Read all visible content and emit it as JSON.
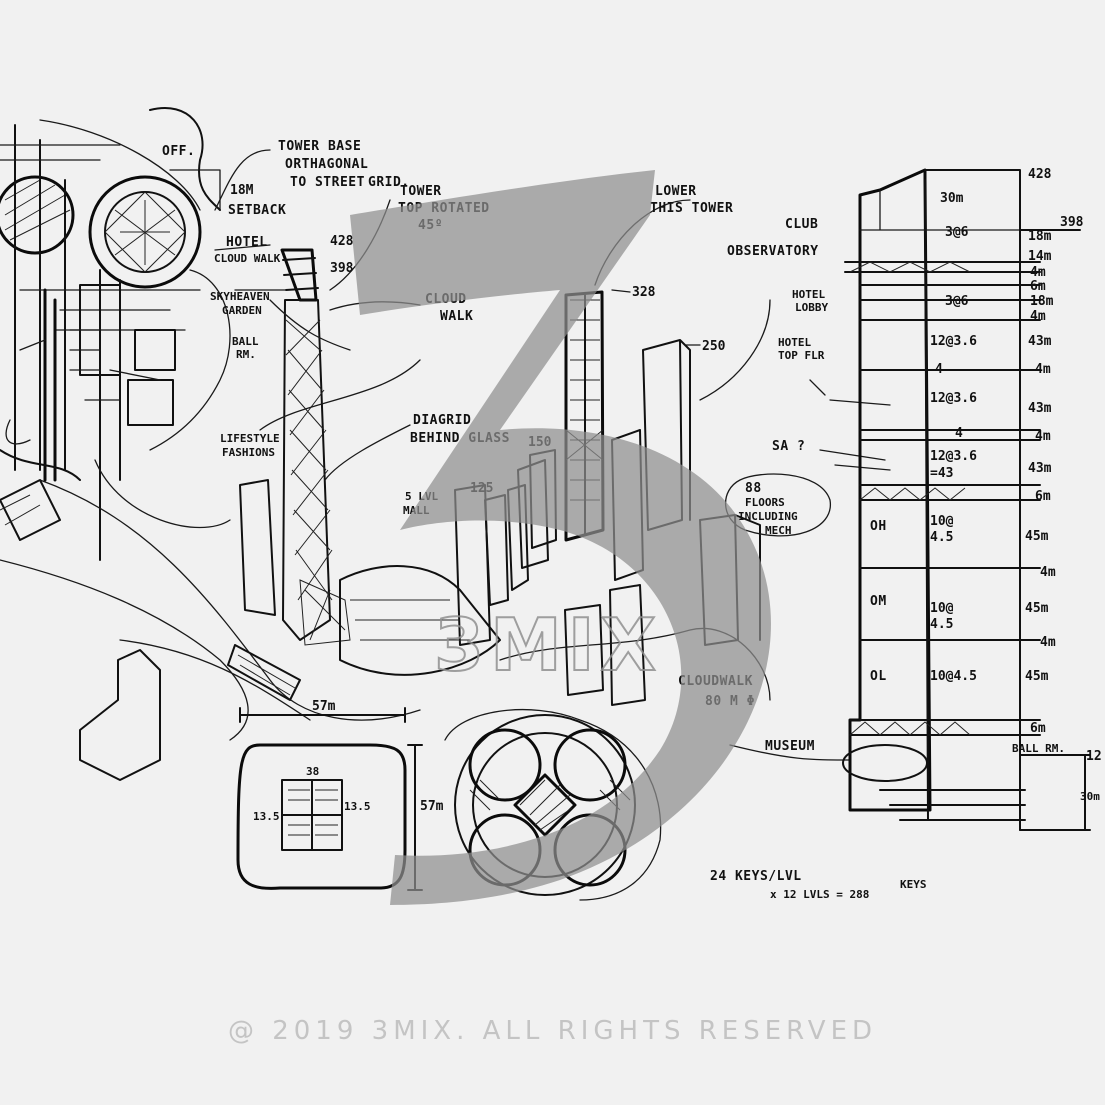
{
  "copyright": "@ 2019 3MIX. ALL RIGHTS RESERVED",
  "watermark": {
    "logo_text": "3MIX",
    "color": "#8f8f8f"
  },
  "annotations": {
    "off": "OFF.",
    "tower_base_1": "TOWER BASE",
    "tower_base_2": "ORTHAGONAL",
    "tower_base_3": "TO STREET",
    "tower_base_4": "GRID.",
    "m18": "18M",
    "setback": "SETBACK",
    "tower_top_1": "TOWER",
    "tower_top_2": "TOP ROTATED",
    "tower_top_3": "45º",
    "hotel": "HOTEL",
    "cloud_walk_small": "CLOUD WALK",
    "skyheaven_1": "SKYHEAVEN",
    "skyheaven_2": "GARDEN",
    "ballrm_1": "BALL",
    "ballrm_2": "RM.",
    "lifestyle_1": "LIFESTYLE",
    "lifestyle_2": "FASHIONS",
    "cloud_walk_1": "CLOUD",
    "cloud_walk_2": "WALK",
    "diagrid_1": "DIAGRID",
    "diagrid_2": "BEHIND GLASS",
    "lower_tower_1": "LOWER",
    "lower_tower_2": "THIS TOWER",
    "five_lvl_1": "5 LVL",
    "five_lvl_2": "MALL",
    "h428": "428",
    "h398": "398",
    "h328": "328",
    "h250": "250",
    "h150": "150",
    "h125": "125",
    "floors_1": "88",
    "floors_2": "FLOORS",
    "floors_3": "INCLUDING",
    "floors_4": "MECH",
    "club": "CLUB",
    "observatory": "OBSERVATORY",
    "hotel_lobby_1": "HOTEL",
    "hotel_lobby_2": "LOBBY",
    "hotel_top_1": "HOTEL",
    "hotel_top_2": "TOP FLR",
    "sa": "SA ?",
    "oh": "OH",
    "om": "OM",
    "ol": "OL",
    "museum": "MUSEUM",
    "cloudwalk_1": "CLOUDWALK",
    "cloudwalk_2": "80 M Φ",
    "m57_top": "57m",
    "m57_side": "57m",
    "d38": "38",
    "d135a": "13.5",
    "d135b": "13.5",
    "keys_1": "24 KEYS/LVL",
    "keys_2": "x 12 LVLS = 288",
    "keys_3": "KEYS"
  },
  "section": {
    "top": "428",
    "right_top": "398",
    "rows": [
      {
        "left": "30m",
        "right": ""
      },
      {
        "left": "3@6",
        "right": "18m"
      },
      {
        "left": "",
        "right": "14m"
      },
      {
        "left": "",
        "right": "4m"
      },
      {
        "left": "",
        "right": "6m"
      },
      {
        "left": "3@6",
        "right": "18m"
      },
      {
        "left": "",
        "right": "4m"
      },
      {
        "left": "12@3.6",
        "right": "43m"
      },
      {
        "left": "4",
        "right": "4m"
      },
      {
        "left": "12@3.6",
        "right": "43m"
      },
      {
        "left": "4",
        "right": "4m"
      },
      {
        "left": "12@3.6",
        "right": "43m"
      },
      {
        "left": "=43",
        "right": ""
      },
      {
        "left": "",
        "right": "6m"
      },
      {
        "left": "10@",
        "right": "45m"
      },
      {
        "left": "4.5",
        "right": ""
      },
      {
        "left": "",
        "right": "4m"
      },
      {
        "left": "10@",
        "right": "45m"
      },
      {
        "left": "4.5",
        "right": ""
      },
      {
        "left": "",
        "right": "4m"
      },
      {
        "left": "10@4.5",
        "right": "45m"
      },
      {
        "left": "",
        "right": "6m"
      },
      {
        "left": "",
        "right": "BALL RM."
      },
      {
        "left": "",
        "right": "12"
      },
      {
        "left": "",
        "right": "30m"
      }
    ]
  }
}
